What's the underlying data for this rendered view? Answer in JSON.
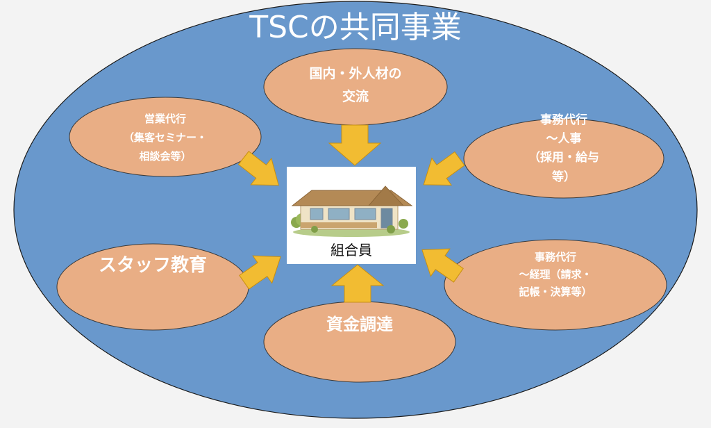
{
  "title": "TSCの共同事業",
  "center": {
    "label": "組合員",
    "icon": "house-icon"
  },
  "circles": {
    "top": [
      "国内・外人材の",
      "交流"
    ],
    "upper_left": [
      "営業代行",
      "（集客セミナー・",
      "相談会等）"
    ],
    "upper_right": [
      "事務代行",
      "〜人事",
      "（採用・給与",
      "等）"
    ],
    "lower_left": [
      "スタッフ教育"
    ],
    "lower_right": [
      "事務代行",
      "〜経理（請求・",
      "記帳・決算等）"
    ],
    "bottom": [
      "資金調達"
    ]
  },
  "colors": {
    "outer_ellipse": "#6998cc",
    "outer_stroke": "#1a1a1a",
    "circle_fill": "#e9ae85",
    "arrow": "#f2bc32",
    "text": "#ffffff"
  }
}
